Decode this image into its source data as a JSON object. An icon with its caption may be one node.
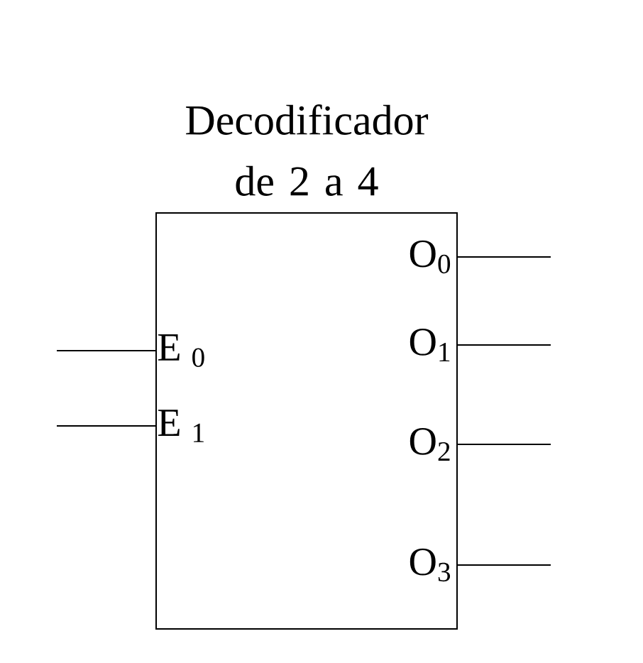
{
  "diagram": {
    "nodes": [
      {
        "text": [
          "Decodificador de 2 a 4"
        ]
      },
      {
        "text": [
          "E $_{0}$"
        ],
        "in": 0
      },
      {
        "text": [
          "E $_{1}$"
        ],
        "in": 0
      },
      {
        "text": [
          "O$_{0}$"
        ],
        "in": 0
      },
      {
        "text": [
          "O$_{1}$"
        ],
        "in": 0
      },
      {
        "text": [
          "O$_{2}$"
        ],
        "in": 0
      },
      {
        "text": [
          "O$_{3}$"
        ],
        "in": 0
      }
    ],
    "edges": [
      {
        "from": null,
        "to": 1,
        "arrow": "none"
      },
      {
        "from": null,
        "to": 2,
        "arrow": "none"
      },
      {
        "from": 3,
        "to": null,
        "arrow": "none"
      },
      {
        "from": 4,
        "to": null,
        "arrow": "none"
      },
      {
        "from": 5,
        "to": null,
        "arrow": "none"
      },
      {
        "from": 6,
        "to": null,
        "arrow": "none"
      }
    ]
  }
}
